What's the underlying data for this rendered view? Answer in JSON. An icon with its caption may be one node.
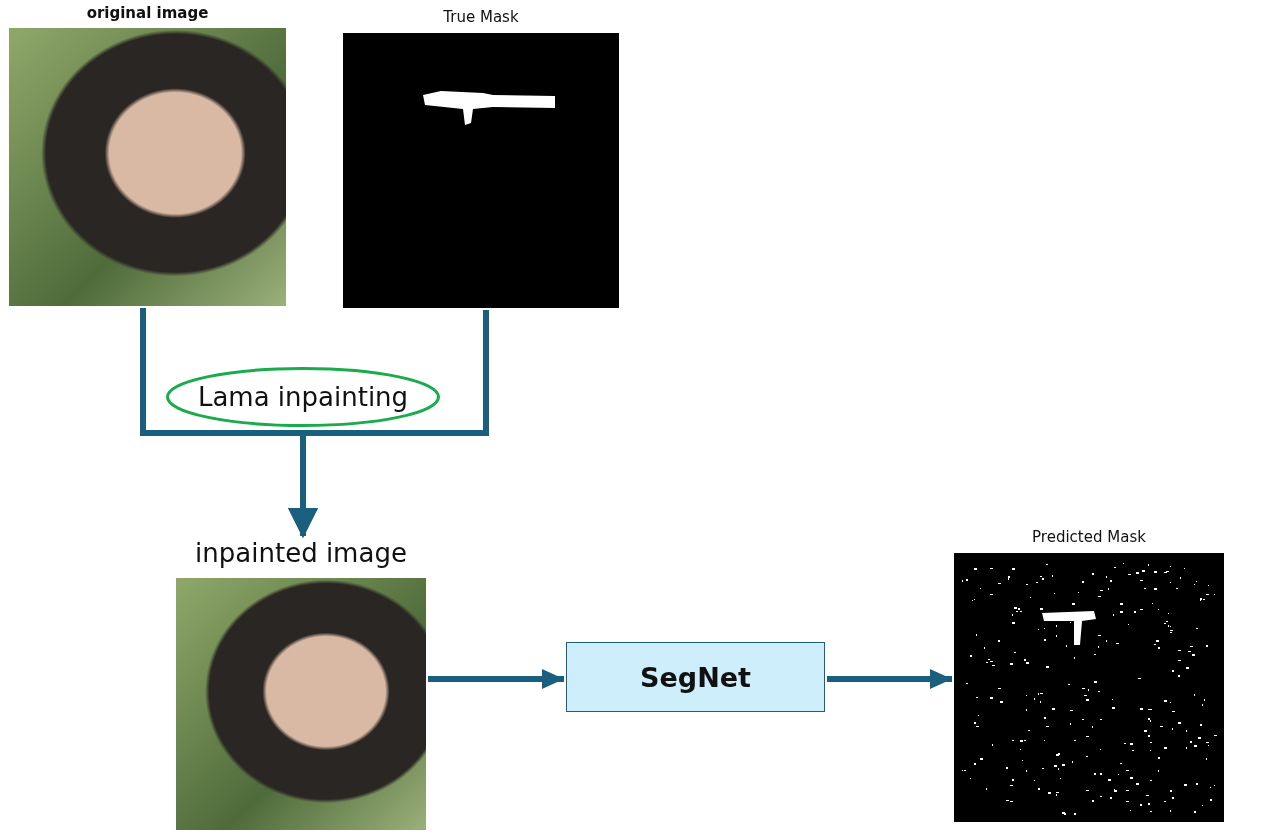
{
  "diagram": {
    "nodes": [
      {
        "text": [
          "original image"
        ]
      },
      {
        "text": [
          "True Mask"
        ]
      },
      {
        "text": [
          "Lama inpainting"
        ]
      },
      {
        "text": [
          "inpainted image"
        ]
      },
      {
        "text": [
          "SegNet"
        ]
      },
      {
        "text": [
          "Predicted Mask"
        ]
      }
    ],
    "edges": [
      {
        "from": 0,
        "to": 3,
        "arrow": "to"
      },
      {
        "from": 1,
        "to": 3,
        "arrow": "to"
      },
      {
        "from": 3,
        "to": 4,
        "arrow": "to"
      },
      {
        "from": 4,
        "to": 5,
        "arrow": "to"
      }
    ]
  }
}
